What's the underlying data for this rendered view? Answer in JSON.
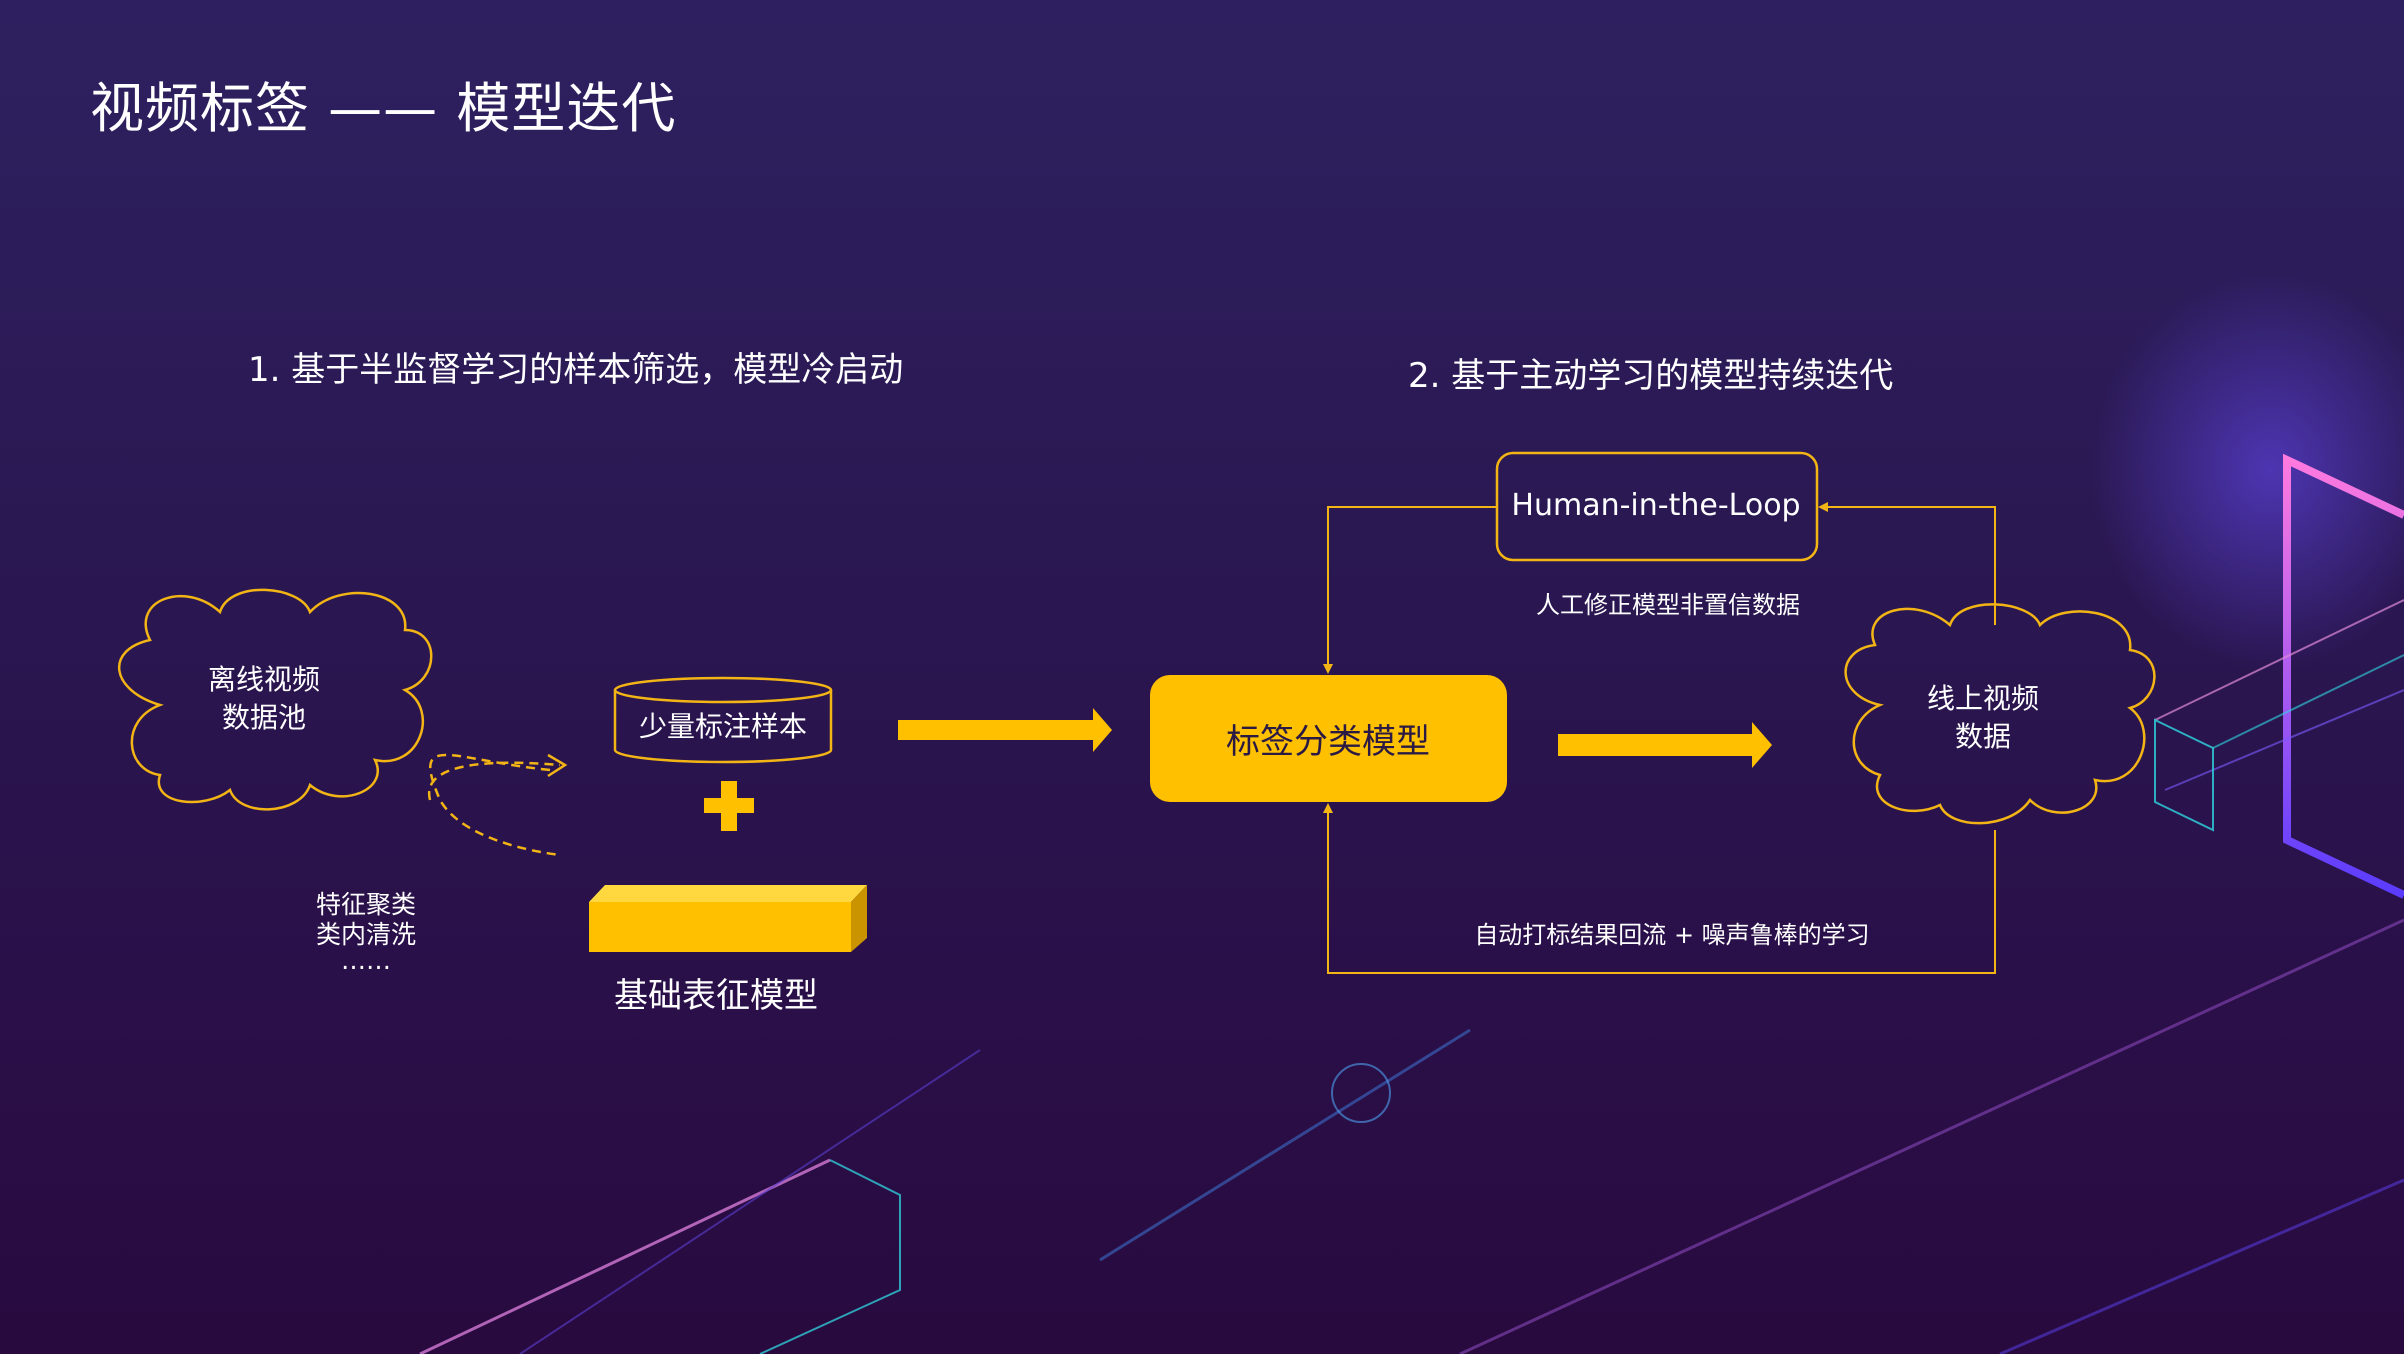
{
  "title": "视频标签 ——   模型迭代",
  "section1": "1. 基于半监督学习的样本筛选，模型冷启动",
  "section2": "2. 基于主动学习的模型持续迭代",
  "offline_cloud": [
    "离线视频",
    "数据池"
  ],
  "feature_notes": [
    "特征聚类",
    "类内清洗",
    "……"
  ],
  "sample_box": "少量标注样本",
  "base_model": "基础表征模型",
  "classifier": "标签分类模型",
  "online_cloud": [
    "线上视频",
    "数据"
  ],
  "hitl_box": "Human-in-the-Loop",
  "hitl_caption": "人工修正模型非置信数据",
  "bottom_caption": "自动打标结果回流 + 噪声鲁棒的学习",
  "colors": {
    "accent": "#ffc000",
    "background": "#2a1852",
    "line": "#f2b515",
    "text": "#ffffff"
  },
  "icons": [
    "cloud-icon",
    "cylinder-icon",
    "plus-icon",
    "block-icon",
    "arrow-right-icon",
    "dashed-cycle-arrow-icon"
  ]
}
